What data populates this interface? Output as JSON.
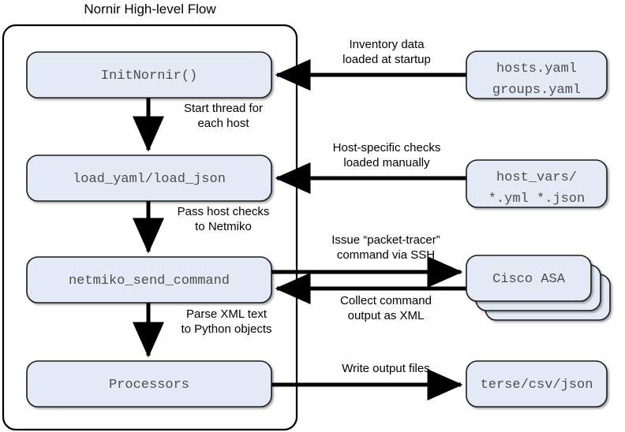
{
  "title": "Nornir High-level Flow",
  "colors": {
    "node_fill": "#e3eaf5",
    "node_stroke": "#1a1a1a",
    "container_stroke": "#000000",
    "arrow": "#000000",
    "node_text": "#4d4d4d",
    "label_text": "#000000",
    "background": "#ffffff"
  },
  "container": {
    "name": "nornir-process-boundary"
  },
  "nodes": [
    {
      "id": "init-nornir",
      "label": "InitNornir()"
    },
    {
      "id": "load-yaml-json",
      "label": "load_yaml/load_json"
    },
    {
      "id": "netmiko-send-command",
      "label": "netmiko_send_command"
    },
    {
      "id": "processors",
      "label": "Processors"
    },
    {
      "id": "hosts-groups-yaml",
      "label": "hosts.yaml\ngroups.yaml"
    },
    {
      "id": "host-vars",
      "label": "host_vars/\n*.yml *.json"
    },
    {
      "id": "cisco-asa",
      "label": "Cisco ASA"
    },
    {
      "id": "output-files",
      "label": "terse/csv/json"
    }
  ],
  "edges": [
    {
      "id": "start-thread",
      "label": "Start thread for\neach host"
    },
    {
      "id": "pass-host-checks",
      "label": "Pass host checks\nto Netmiko"
    },
    {
      "id": "parse-xml",
      "label": "Parse XML text\nto Python objects"
    },
    {
      "id": "inventory-data",
      "label": "Inventory data\nloaded at startup"
    },
    {
      "id": "host-specific",
      "label": "Host-specific checks\nloaded manually"
    },
    {
      "id": "issue-packet-tracer",
      "label": "Issue “packet-tracer”\ncommand via SSH"
    },
    {
      "id": "collect-output",
      "label": "Collect command\noutput as XML"
    },
    {
      "id": "write-output",
      "label": "Write output files"
    }
  ],
  "chart_data": {
    "type": "diagram",
    "title": "Nornir High-level Flow",
    "nodes": [
      {
        "id": "init-nornir",
        "text": "InitNornir()",
        "group": "nornir"
      },
      {
        "id": "load-yaml-json",
        "text": "load_yaml/load_json",
        "group": "nornir"
      },
      {
        "id": "netmiko-send-command",
        "text": "netmiko_send_command",
        "group": "nornir"
      },
      {
        "id": "processors",
        "text": "Processors",
        "group": "nornir"
      },
      {
        "id": "hosts-groups-yaml",
        "text": "hosts.yaml groups.yaml",
        "group": "external"
      },
      {
        "id": "host-vars",
        "text": "host_vars/ *.yml *.json",
        "group": "external"
      },
      {
        "id": "cisco-asa",
        "text": "Cisco ASA",
        "group": "external",
        "stacked": 3
      },
      {
        "id": "output-files",
        "text": "terse/csv/json",
        "group": "external"
      }
    ],
    "edges": [
      {
        "from": "init-nornir",
        "to": "load-yaml-json",
        "label": "Start thread for each host",
        "direction": "down"
      },
      {
        "from": "load-yaml-json",
        "to": "netmiko-send-command",
        "label": "Pass host checks to Netmiko",
        "direction": "down"
      },
      {
        "from": "netmiko-send-command",
        "to": "processors",
        "label": "Parse XML text to Python objects",
        "direction": "down"
      },
      {
        "from": "hosts-groups-yaml",
        "to": "init-nornir",
        "label": "Inventory data loaded at startup",
        "direction": "left"
      },
      {
        "from": "host-vars",
        "to": "load-yaml-json",
        "label": "Host-specific checks loaded manually",
        "direction": "left"
      },
      {
        "from": "netmiko-send-command",
        "to": "cisco-asa",
        "label": "Issue “packet-tracer” command via SSH",
        "direction": "right"
      },
      {
        "from": "cisco-asa",
        "to": "netmiko-send-command",
        "label": "Collect command output as XML",
        "direction": "left"
      },
      {
        "from": "processors",
        "to": "output-files",
        "label": "Write output files",
        "direction": "right"
      }
    ]
  }
}
